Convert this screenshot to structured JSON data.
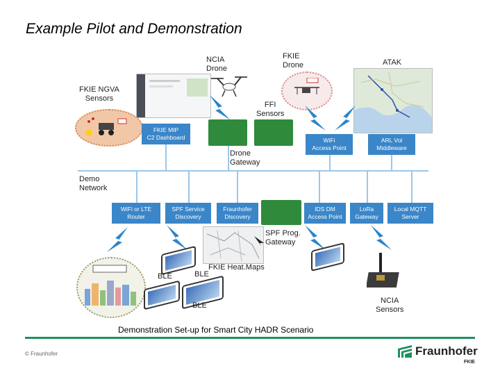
{
  "title": "Example Pilot and Demonstration",
  "labels": {
    "ncia_drone": [
      "NCIA",
      "Drone"
    ],
    "fkie_drone": [
      "FKIE",
      "Drone"
    ],
    "atak": "ATAK",
    "fkie_ngva": [
      "FKIE NGVA",
      "Sensors"
    ],
    "ffi_sensors": [
      "FFI",
      "Sensors"
    ],
    "drone_gateway": [
      "Drone",
      "Gateway"
    ],
    "demo_network": [
      "Demo",
      "Network"
    ],
    "spf_prog_gateway": [
      "SPF Prog.",
      "Gateway"
    ],
    "fkie_heatmaps": "FKIE Heat.Maps",
    "ble_1": "BLE",
    "ble_2": "BLE",
    "ble_3": "BLE",
    "ncia_sensors": [
      "NCIA",
      "Sensors"
    ]
  },
  "top_boxes": {
    "fkie_mip": [
      "FKIE MIP",
      "C2 Dashboard"
    ],
    "wifi_ap": [
      "WiFi",
      "Access Point"
    ],
    "arl_vol": [
      "ARL Vol",
      "Middleware"
    ]
  },
  "bottom_boxes": {
    "wifi_lte": [
      "WiFi or LTE",
      "Router"
    ],
    "spf_service": [
      "SPF Service",
      "Discovery"
    ],
    "fraunhofer_disc": [
      "Fraunhofer",
      "Discovery"
    ],
    "ids_dm": [
      "IDS DM",
      "Access Point"
    ],
    "lora": [
      "LoRa",
      "Gateway"
    ],
    "local_mqtt": [
      "Local MQTT",
      "Server"
    ]
  },
  "caption": "Demonstration Set-up for Smart City HADR Scenario",
  "footer": {
    "copyright": "© Fraunhofer",
    "logo": "Fraunhofer",
    "logo_sub": "FKIE"
  },
  "colors": {
    "box": "#3a86c8",
    "network_line": "#9bc7ea",
    "bolt": "#2b84c8",
    "rule": "#1f8f5f",
    "logo_green": "#1f8f5f"
  }
}
